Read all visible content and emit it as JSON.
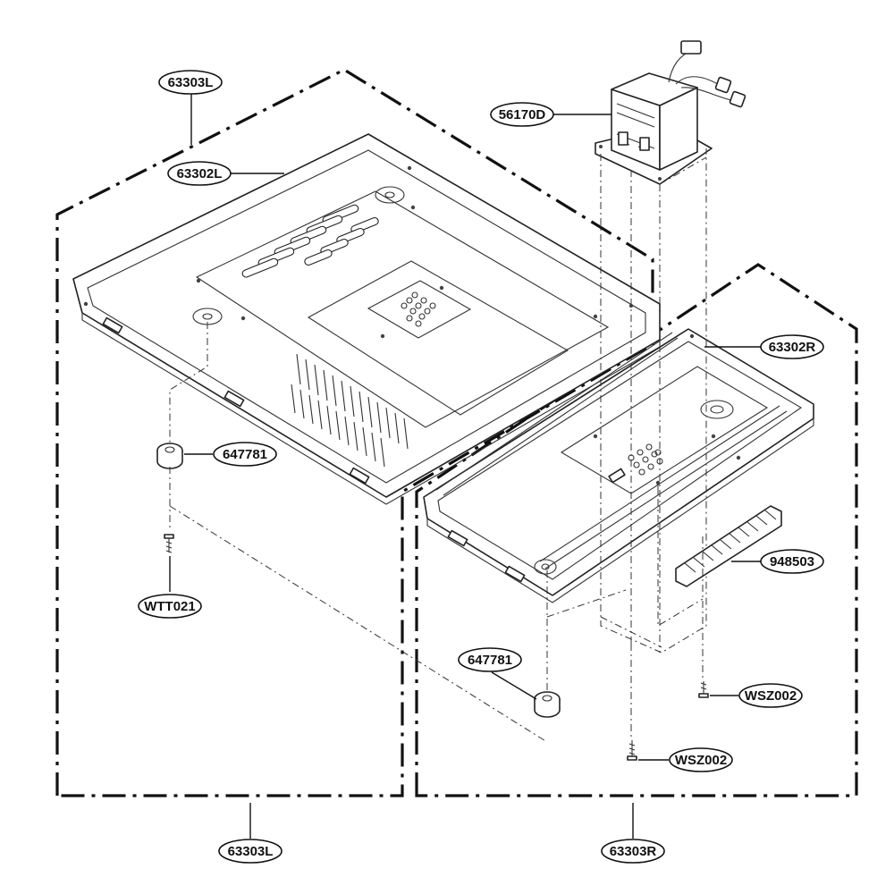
{
  "labels": {
    "bracket_left_top": "63303L",
    "plate_left": "63302L",
    "transformer": "56170D",
    "plate_right": "63302R",
    "foot_upper": "647781",
    "screw_left": "WTT021",
    "foot_lower": "647781",
    "heat_sink": "948503",
    "screw_right_upper": "WSZ002",
    "screw_right_lower": "WSZ002",
    "bracket_left_bottom": "63303L",
    "bracket_right_bottom": "63303R"
  }
}
